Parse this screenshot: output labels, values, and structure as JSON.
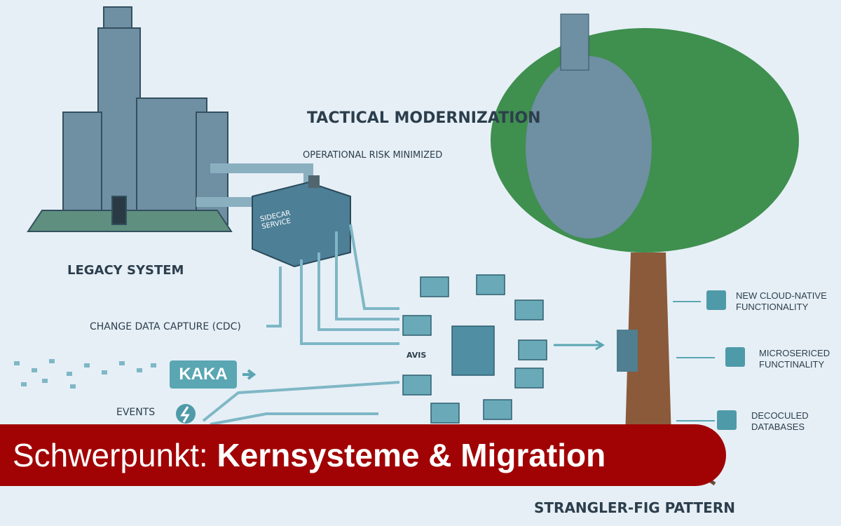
{
  "header": {
    "title": "TACTICAL MODERNIZATION",
    "subtitle": "OPERATIONAL RISK MINIMIZED"
  },
  "legacy": {
    "label": "LEGACY SYSTEM"
  },
  "sidecar": {
    "label_line1": "SIDECAR",
    "label_line2": "SERVICE"
  },
  "inputs": {
    "cdc": "CHANGE DATA CAPTURE (CDC)",
    "kafka": "KAKA",
    "events": "EVENTS"
  },
  "mesh": {
    "center_label": "AVIS"
  },
  "outputs": [
    {
      "line1": "NEW CLOUD-NATIVE",
      "line2": "FUNCTIONALITY",
      "icon": "lightbulb-icon"
    },
    {
      "line1": "MICROSERICED",
      "line2": "FUNCTINALITY",
      "icon": "network-icon"
    },
    {
      "line1": "DECOCULED",
      "line2": "DATABASES",
      "icon": "gear-icon"
    }
  ],
  "tree": {
    "label": "STRANGLER-FIG PATTERN"
  },
  "banner": {
    "prefix": "Schwerpunkt:",
    "title": "Kernsysteme & Migration"
  },
  "colors": {
    "banner": "#a10304",
    "accent": "#5aa6b3",
    "background": "#e6eff6"
  }
}
